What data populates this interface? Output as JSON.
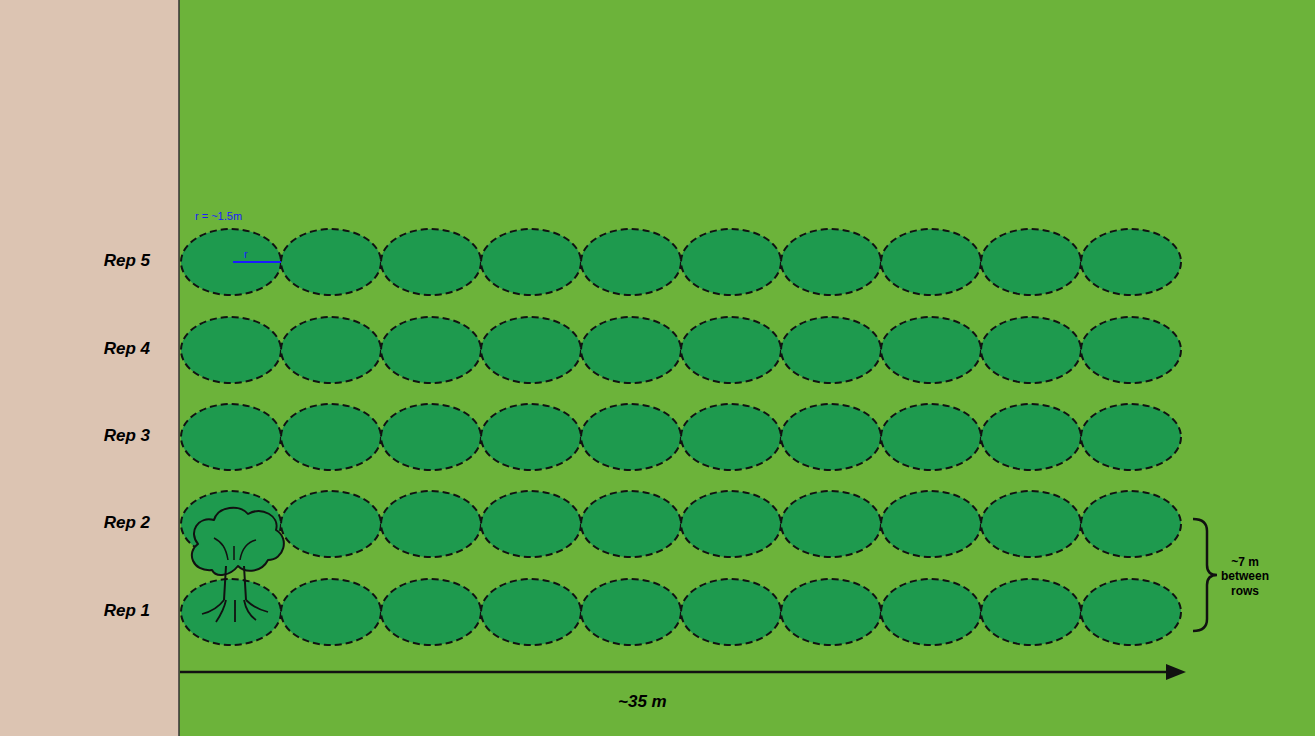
{
  "diagram": {
    "labels": [
      "Rep 5",
      "Rep 4",
      "Rep 3",
      "Rep 2",
      "Rep 1",
      "r = ~1.5m",
      "r",
      "~7 m between rows",
      "~35 m"
    ]
  }
}
